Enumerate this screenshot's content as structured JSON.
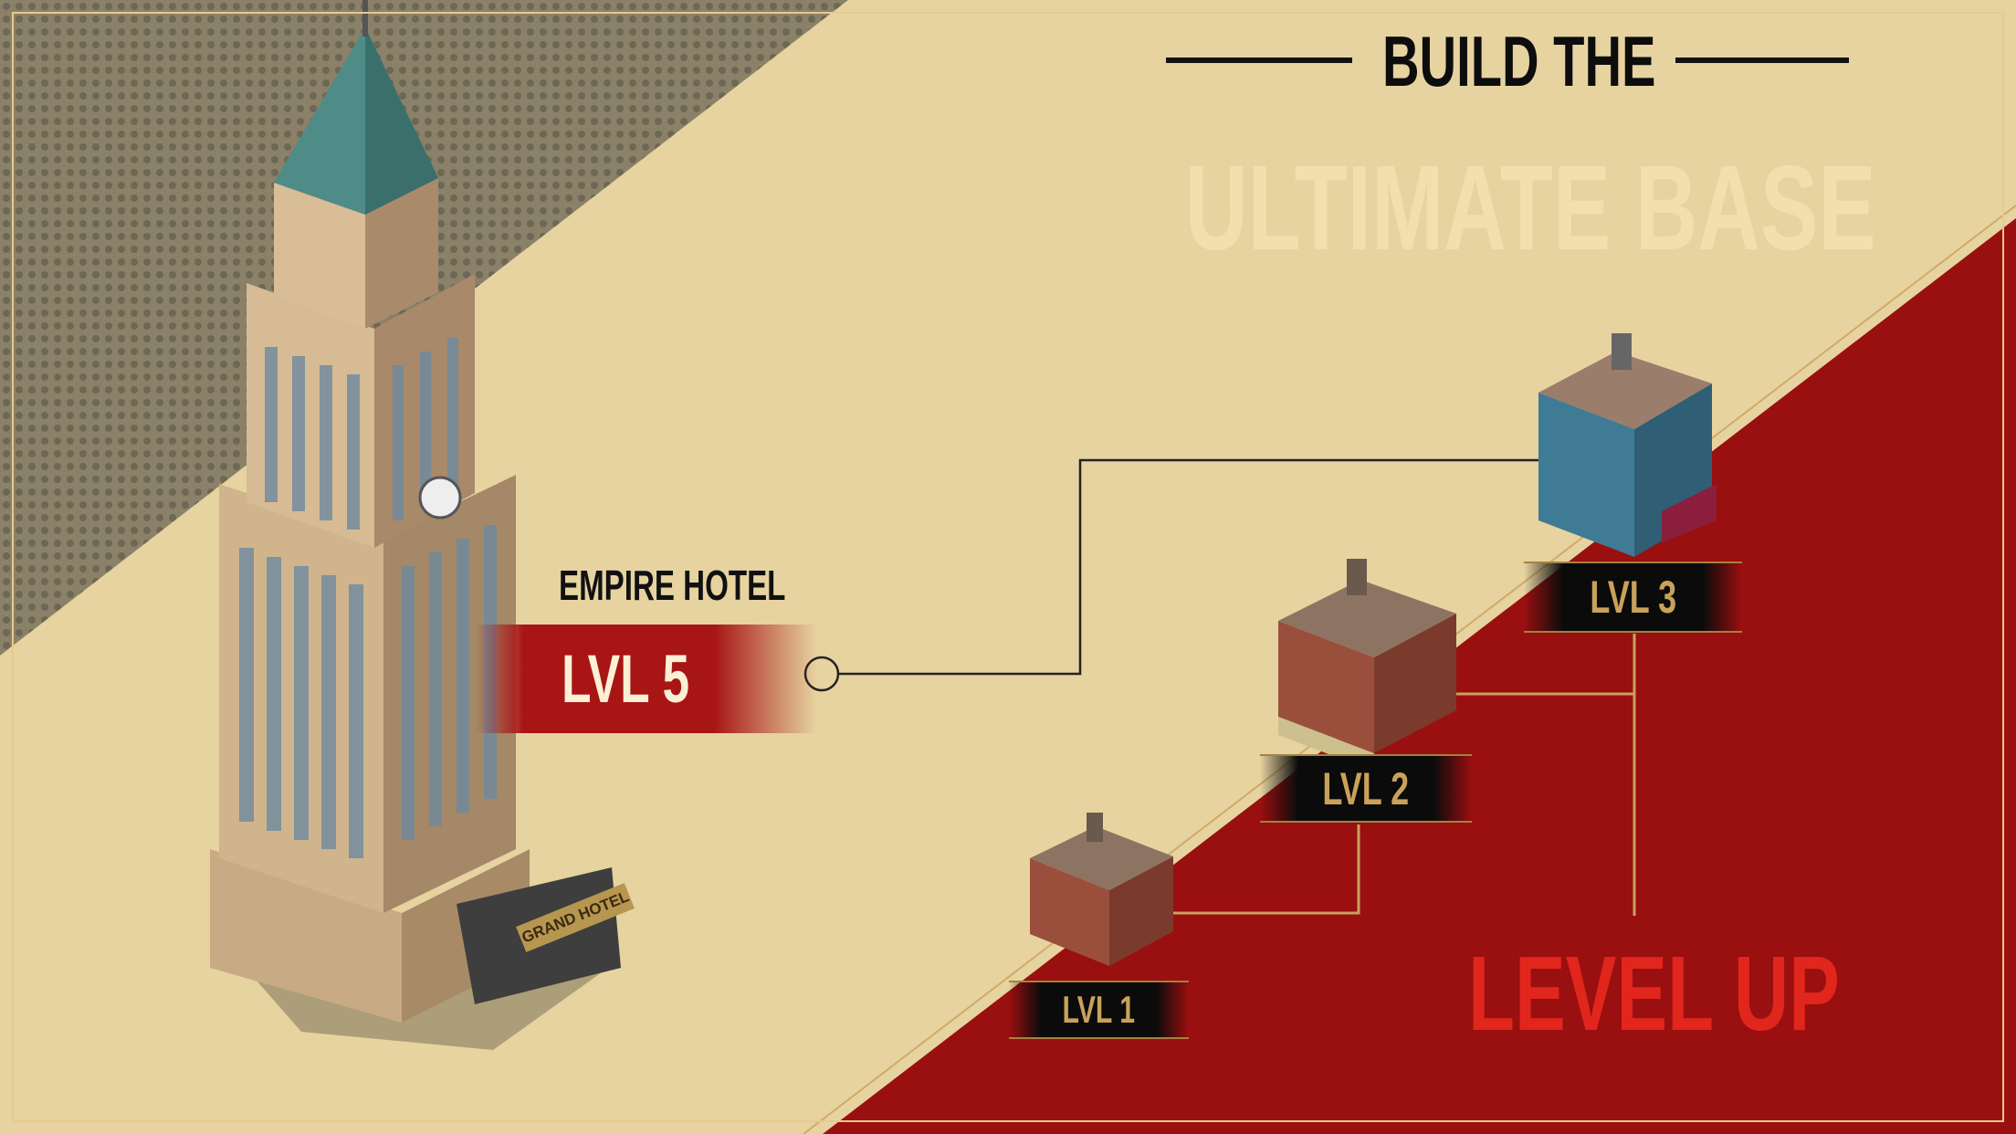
{
  "headline": {
    "top": "BUILD THE",
    "main": "ULTIMATE BASE"
  },
  "featured_building": {
    "name": "EMPIRE HOTEL",
    "level": "LVL 5",
    "sign": "GRAND HOTEL"
  },
  "levels": [
    {
      "label": "LVL 1"
    },
    {
      "label": "LVL 2"
    },
    {
      "label": "LVL 3"
    }
  ],
  "cta": "LEVEL UP",
  "colors": {
    "parchment": "#e8d5a3",
    "red": "#9c1010",
    "gold": "#c9a25a",
    "level_up": "#e1261d",
    "dark": "#0b0b0b"
  },
  "icons": [
    "empire-hotel-building",
    "lvl1-building",
    "lvl2-building",
    "lvl3-building"
  ]
}
